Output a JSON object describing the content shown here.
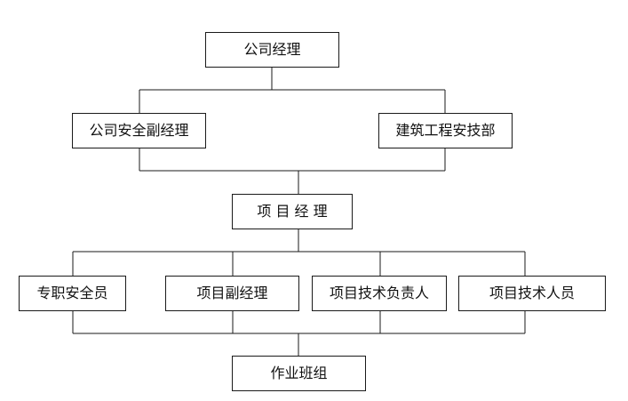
{
  "org_chart": {
    "company_manager": "公司经理",
    "company_safety_deputy_manager": "公司安全副经理",
    "construction_safety_dept": "建筑工程安技部",
    "project_manager": "项 目 经 理",
    "full_time_safety_officer": "专职安全员",
    "project_deputy_manager": "项目副经理",
    "project_technical_lead": "项目技术负责人",
    "project_technical_staff": "项目技术人员",
    "work_team": "作业班组"
  },
  "colors": {
    "line": "#1a1a1a",
    "box_border": "#1a1a1a",
    "text": "#111111",
    "background": "#ffffff"
  }
}
